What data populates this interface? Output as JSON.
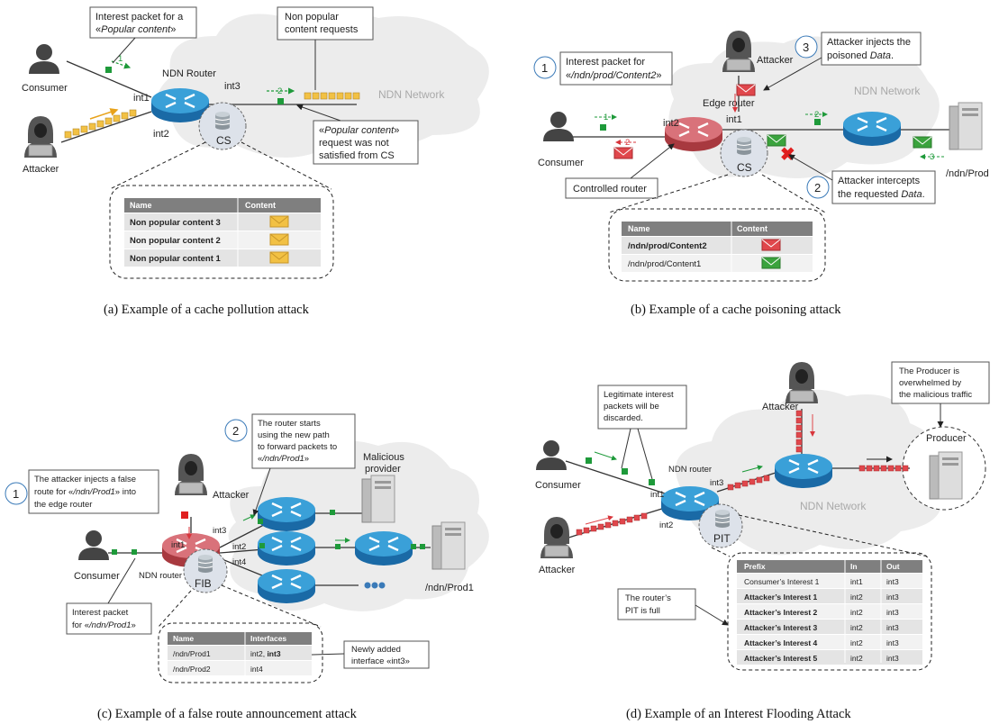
{
  "captions": {
    "a": "(a)  Example of a cache pollution attack",
    "b": "(b)  Example of a cache poisoning attack",
    "c": "(c)  Example of a false route announcement attack",
    "d": "(d)  Example of an Interest Flooding Attack"
  },
  "a": {
    "box1": [
      "Interest packet for a",
      "«",
      "Popular content",
      "»"
    ],
    "box2": [
      "Non popular",
      "content requests"
    ],
    "box3": [
      "«",
      "Popular content",
      "»",
      "request was not",
      "satisfied from CS"
    ],
    "consumer": "Consumer",
    "attacker": "Attacker",
    "router": "NDN Router",
    "network": "NDN Network",
    "int1": "int1",
    "int2": "int2",
    "int3": "int3",
    "cs": "CS",
    "arrow1": "1",
    "arrow2": "2",
    "table": {
      "headers": [
        "Name",
        "Content"
      ],
      "rows": [
        "Non popular content 3",
        "Non popular content 2",
        "Non popular content 1"
      ]
    }
  },
  "b": {
    "step1": "1",
    "step2": "2",
    "step3": "3",
    "box1": [
      "Interest packet for",
      "«",
      "/ndn/prod/Content2",
      "»"
    ],
    "box3": [
      "Attacker injects the",
      "poisoned ",
      "Data",
      "."
    ],
    "box2": [
      "Attacker intercepts",
      "the requested ",
      "Data",
      "."
    ],
    "box4": "Controlled router",
    "attacker": "Attacker",
    "network": "NDN Network",
    "edge": "Edge router",
    "consumer": "Consumer",
    "producer": "/ndn/Prod",
    "int1": "int1",
    "int2": "int2",
    "cs": "CS",
    "arrow1": "1",
    "arrow2": "2",
    "arrow3": "3",
    "table": {
      "headers": [
        "Name",
        "Content"
      ],
      "rows": [
        "/ndn/prod/Content2",
        "/ndn/prod/Content1"
      ]
    }
  },
  "c": {
    "step1": "1",
    "step2": "2",
    "box1": [
      "The attacker injects a false",
      "route for «",
      "/ndn/Prod1",
      "» into",
      "the edge router"
    ],
    "box2": [
      "The router starts",
      "using the new path",
      "to forward packets to",
      "«",
      "/ndn/Prod1",
      "»"
    ],
    "box3": [
      "Interest packet",
      "for «",
      "/ndn/Prod1",
      "»"
    ],
    "box4": [
      "Newly added",
      "interface «int3»"
    ],
    "attacker": "Attacker",
    "malicious": [
      "Malicious",
      "provider"
    ],
    "consumer": "Consumer",
    "router": "NDN router",
    "producer": "/ndn/Prod1",
    "fib": "FIB",
    "int1": "int1",
    "int2": "int2",
    "int3": "int3",
    "int4": "int4",
    "table": {
      "headers": [
        "Name",
        "Interfaces"
      ],
      "rows": [
        [
          "/ndn/Prod1",
          "int2, ",
          "int3"
        ],
        [
          "/ndn/Prod2",
          "int4",
          ""
        ]
      ]
    }
  },
  "d": {
    "box1": [
      "Legitimate interest",
      "packets will be",
      "discarded."
    ],
    "box2": [
      "The Producer is",
      "overwhelmed by",
      "the malicious traffic"
    ],
    "box3": [
      "The router’s",
      "PIT is full"
    ],
    "attacker": "Attacker",
    "consumer": "Consumer",
    "router": "NDN router",
    "producer": "Producer",
    "network": "NDN Network",
    "pit": "PIT",
    "int1": "int1",
    "int2": "int2",
    "int3": "int3",
    "table": {
      "headers": [
        "Prefix",
        "In",
        "Out"
      ],
      "rows": [
        [
          "Consumer’s Interest 1",
          "int1",
          "int3"
        ],
        [
          "Attacker’s Interest  1",
          "int2",
          "int3"
        ],
        [
          "Attacker’s Interest  2",
          "int2",
          "int3"
        ],
        [
          "Attacker’s Interest  3",
          "int2",
          "int3"
        ],
        [
          "Attacker’s Interest  4",
          "int2",
          "int3"
        ],
        [
          "Attacker’s Interest  5",
          "int2",
          "int3"
        ]
      ]
    }
  }
}
